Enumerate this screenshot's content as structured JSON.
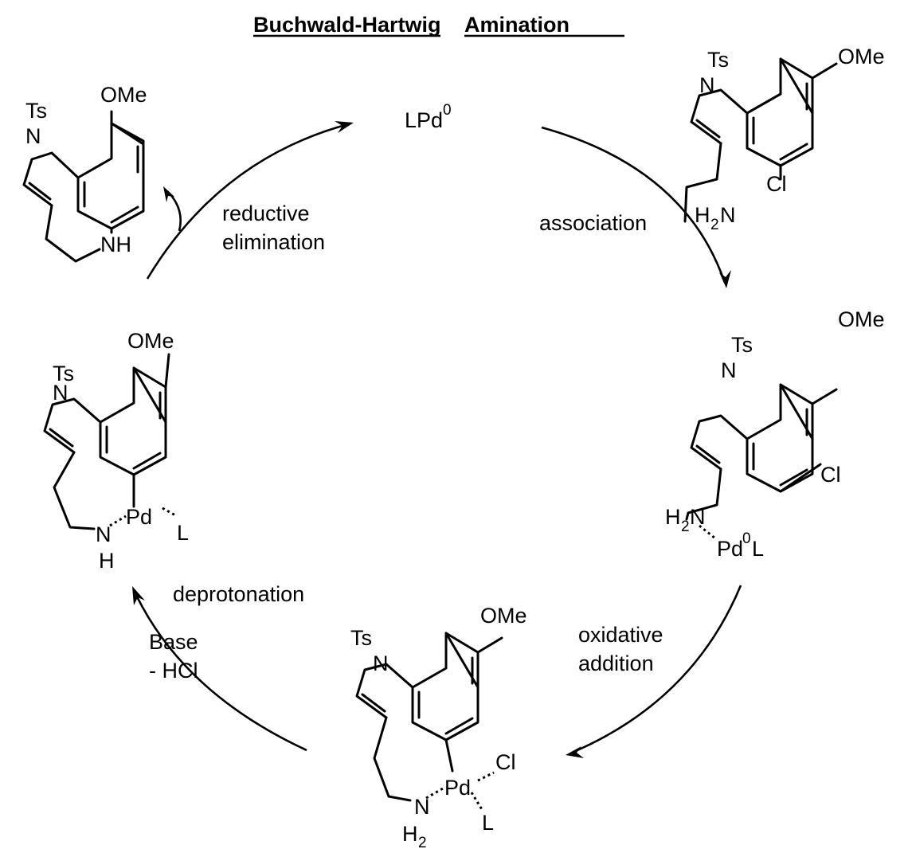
{
  "title": {
    "part1": "Buchwald-Hartwig",
    "part2": "Amination"
  },
  "steps": {
    "association": "association",
    "oxidative_1": "oxidative",
    "oxidative_2": "addition",
    "deprotonation": "deprotonation",
    "base": "Base",
    "minus_hcl": "- HCl",
    "reductive_1": "reductive",
    "reductive_2": "elimination"
  },
  "catalyst": {
    "text": "LPd",
    "superscript": "0"
  },
  "atoms": {
    "ts": "Ts",
    "n": "N",
    "ome": "OMe",
    "cl": "Cl",
    "h": "H",
    "nh": "NH",
    "pd": "Pd",
    "l": "L",
    "h2": "H",
    "sub2": "2",
    "pd0": "Pd",
    "sup0": "0",
    "pd0_l": "L"
  }
}
